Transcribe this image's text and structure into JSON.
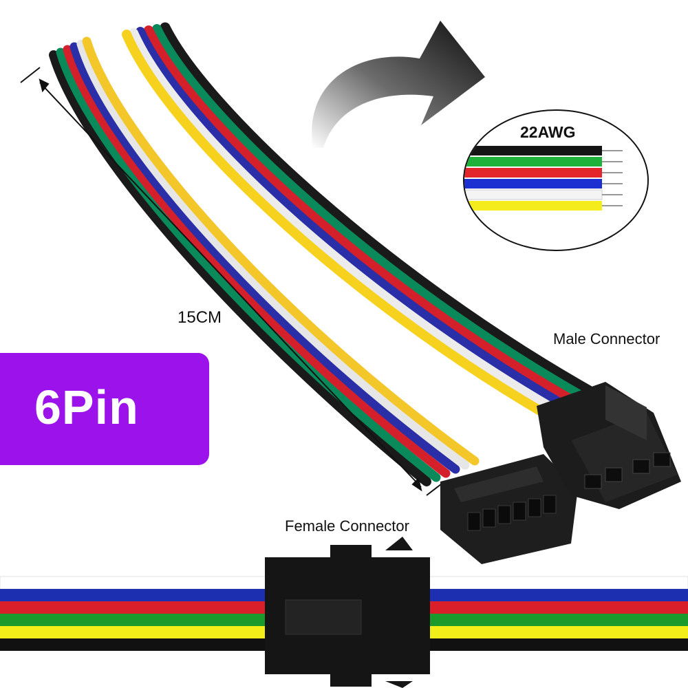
{
  "badge": {
    "text": "6Pin"
  },
  "labels": {
    "length": "15CM",
    "male": "Male Connector",
    "female": "Female Connector",
    "gauge": "22AWG"
  },
  "colors": {
    "badge": "#9b12ea",
    "wire_black": "#1a1a1a",
    "wire_green": "#0a8a5a",
    "wire_red": "#d4202a",
    "wire_blue": "#2a2fa8",
    "wire_white": "#f4f4f4",
    "wire_yellow": "#f6d21e"
  }
}
